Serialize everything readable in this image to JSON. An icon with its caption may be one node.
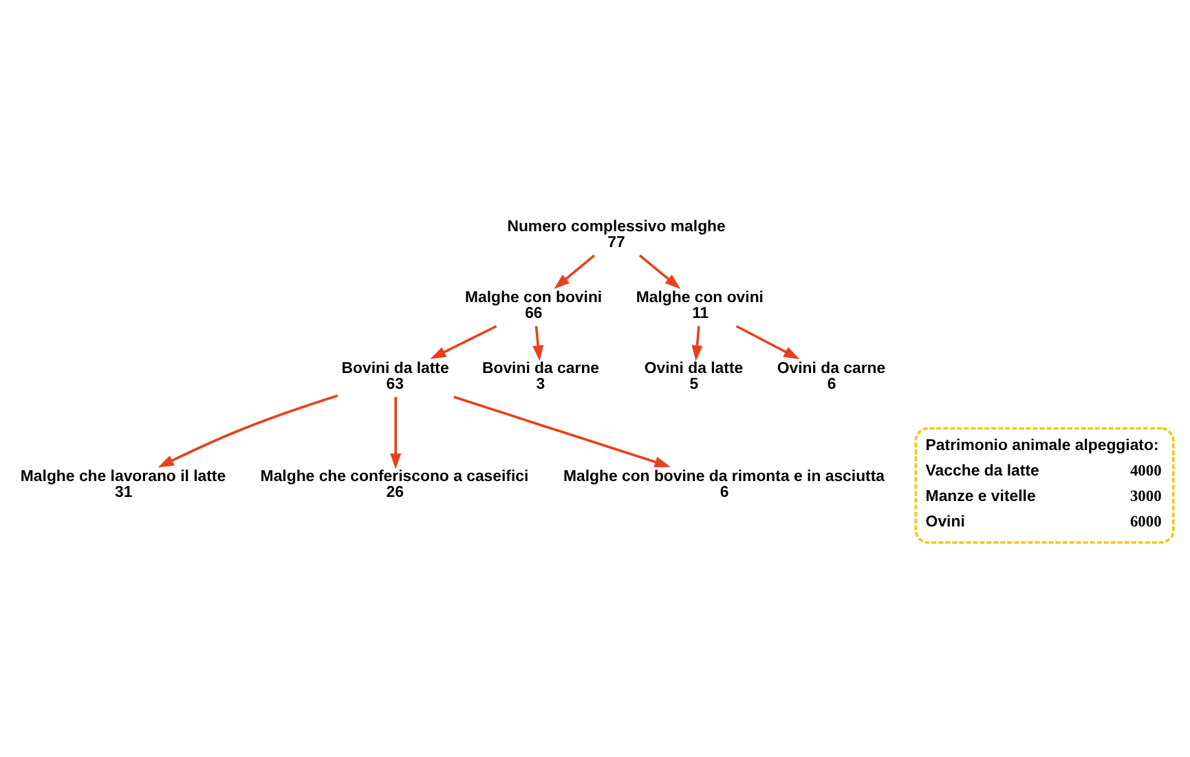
{
  "diagram": {
    "nodes": [
      {
        "text": [
          "Numero complessivo malghe",
          "77"
        ]
      },
      {
        "text": [
          "Malghe con bovini",
          "66"
        ]
      },
      {
        "text": [
          "Malghe con ovini",
          "11"
        ]
      },
      {
        "text": [
          "Bovini da latte",
          "63"
        ]
      },
      {
        "text": [
          "Bovini da carne",
          "3"
        ]
      },
      {
        "text": [
          "Ovini da latte",
          "5"
        ]
      },
      {
        "text": [
          "Ovini da carne",
          "6"
        ]
      },
      {
        "text": [
          "Malghe che lavorano il latte",
          "31"
        ]
      },
      {
        "text": [
          "Malghe che conferiscono a caseifici",
          "26"
        ]
      },
      {
        "text": [
          "Malghe con bovine da rimonta e in asciutta",
          "6"
        ]
      },
      {
        "text": [
          "Patrimonio animale alpeggiato:",
          "Vacche da latte",
          "4000",
          "Manze e vitelle",
          "3000",
          "Ovini",
          "6000"
        ]
      }
    ],
    "edges": [
      {
        "from": 0,
        "to": 1,
        "arrow": "to"
      },
      {
        "from": 0,
        "to": 2,
        "arrow": "to"
      },
      {
        "from": 1,
        "to": 3,
        "arrow": "to"
      },
      {
        "from": 1,
        "to": 4,
        "arrow": "to"
      },
      {
        "from": 2,
        "to": 5,
        "arrow": "to"
      },
      {
        "from": 2,
        "to": 6,
        "arrow": "to"
      },
      {
        "from": 3,
        "to": 7,
        "arrow": "to"
      },
      {
        "from": 3,
        "to": 8,
        "arrow": "to"
      },
      {
        "from": 3,
        "to": 9,
        "arrow": "to"
      }
    ]
  }
}
